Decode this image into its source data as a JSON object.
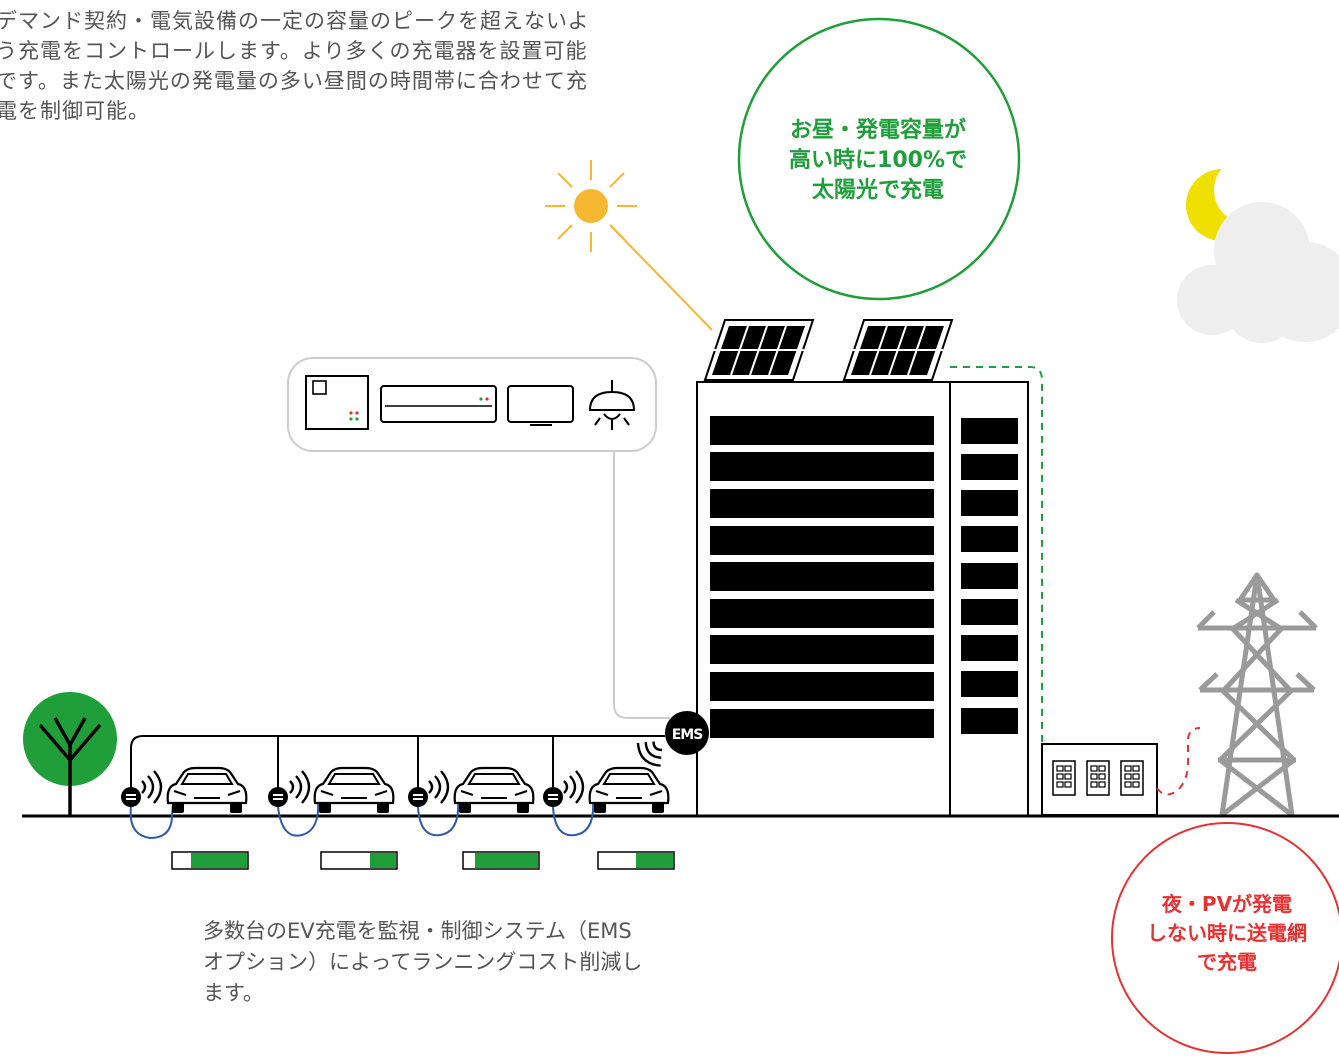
{
  "texts": {
    "intro": "デマンド契約・電気設備の一定の容量のピークを超えないよう充電をコントロールします。より多くの充電器を設置可能です。また太陽光の発電量の多い昼間の時間帯に合わせて充電を制御可能。",
    "bottom": "多数台のEV充電を監視・制御システム（EMSオプション）によってランニングコスト削減します。"
  },
  "bubbles": {
    "day": {
      "line1": "お昼・発電容量が",
      "line2": "高い時に100%で",
      "line3": "太陽光で充電"
    },
    "night": {
      "line1": "夜・PVが発電",
      "line2": "しない時に送電網",
      "line3": "で充電"
    }
  },
  "ems_label": "EMS",
  "charge_levels": [
    0.75,
    0.35,
    0.85,
    0.5
  ],
  "colors": {
    "green": "#1f9e3a",
    "red": "#e63232",
    "sun": "#f7b733",
    "moon": "#f0e000",
    "gray_text": "#555555",
    "tower": "#9a9a9a",
    "cloud": "#eeeeee"
  },
  "icons": [
    "sun-icon",
    "moon-icon",
    "cloud-icon",
    "solar-panel-icon",
    "building-icon",
    "ems-icon",
    "wifi-signal-icon",
    "ev-charger-icon",
    "car-icon",
    "battery-icon",
    "tree-icon",
    "power-tower-icon",
    "switchboard-icon",
    "ceiling-lamp-icon",
    "tv-icon",
    "air-conditioner-icon",
    "outlet-panel-icon"
  ]
}
